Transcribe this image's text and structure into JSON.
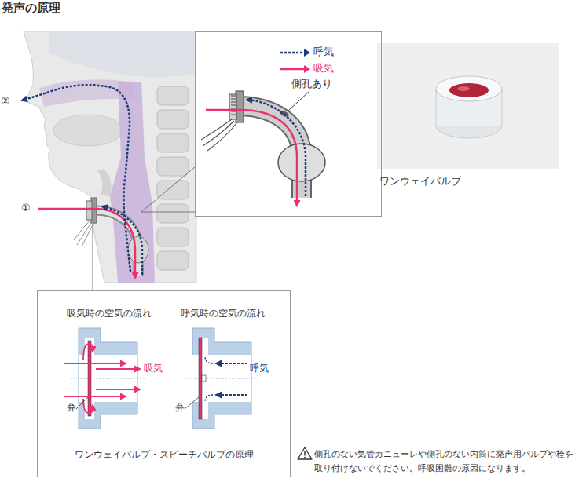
{
  "diagram": {
    "title": "発声の原理",
    "nodes": [
      {
        "text": [
          "側孔あり"
        ]
      },
      {
        "text": [
          "吸気時の空気の流れ",
          "呼気時の空気の流れ",
          "ワンウェイバルブ・スピーチバルブの原理"
        ]
      },
      {
        "text": [
          "ワンウェイバルブ"
        ]
      }
    ],
    "labels": [
      "②",
      "①",
      "吸気",
      "呼気",
      "弁",
      "弁",
      "側孔のない気管カニューレや側孔のない内筒に発声用バルブや栓を取り付けないでください。呼吸困難の原因になります。"
    ],
    "legend": [
      {
        "text": "呼気"
      },
      {
        "text": "吸気"
      }
    ]
  }
}
